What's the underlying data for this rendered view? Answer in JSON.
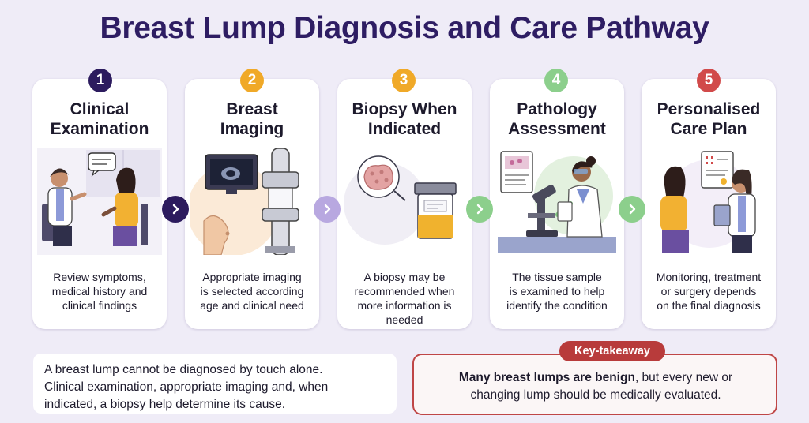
{
  "title": "Breast Lump Diagnosis and Care Pathway",
  "steps": [
    {
      "number": "1",
      "title_line1": "Clinical",
      "title_line2": "Examination",
      "desc_line1": "Review symptoms,",
      "desc_line2": "medical history and",
      "desc_line3": "clinical findings",
      "desc_line4": "",
      "badge_color": "#2c1b5e"
    },
    {
      "number": "2",
      "title_line1": "Breast",
      "title_line2": "Imaging",
      "desc_line1": "Appropriate imaging",
      "desc_line2": "is selected according",
      "desc_line3": "age and clinical need",
      "desc_line4": "",
      "badge_color": "#f0a928"
    },
    {
      "number": "3",
      "title_line1": "Biopsy When",
      "title_line2": "Indicated",
      "desc_line1": "A biopsy may be",
      "desc_line2": "recommended when",
      "desc_line3": "more information is",
      "desc_line4": "needed",
      "badge_color": "#f0a928"
    },
    {
      "number": "4",
      "title_line1": "Pathology",
      "title_line2": "Assessment",
      "desc_line1": "The tissue sample",
      "desc_line2": "is examined to help",
      "desc_line3": "identify the condition",
      "desc_line4": "",
      "badge_color": "#8ccf8c"
    },
    {
      "number": "5",
      "title_line1": "Personalised",
      "title_line2": "Care Plan",
      "desc_line1": "Monitoring, treatment",
      "desc_line2": "or surgery depends",
      "desc_line3": "on the final diagnosis",
      "desc_line4": "",
      "badge_color": "#d14a4a"
    }
  ],
  "arrow_colors": [
    "#2c1b5e",
    "#b8a8e0",
    "#8ccf8c",
    "#8ccf8c"
  ],
  "note": {
    "line1": "A breast lump cannot be diagnosed by touch alone.",
    "line2": "Clinical examination, appropriate imaging and, when",
    "line3": "indicated, a biopsy help determine its cause."
  },
  "takeaway": {
    "label": "Key-takeaway",
    "bold": "Many breast lumps are benign",
    "rest": ", but every new or",
    "line2": "changing lump should be medically evaluated."
  }
}
